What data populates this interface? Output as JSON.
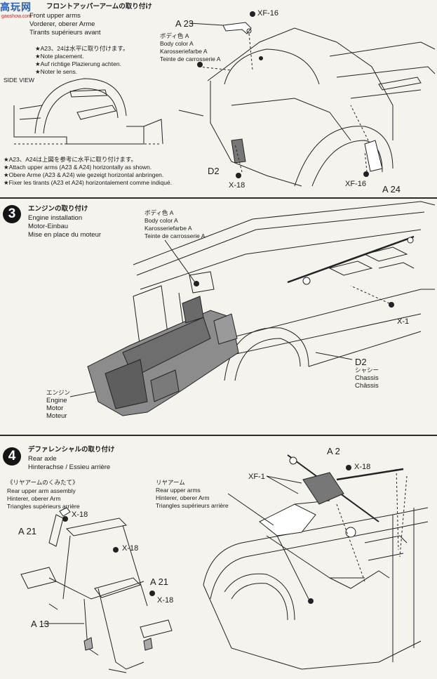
{
  "watermark": {
    "mark": "高玩网",
    "sub": "gaoshow.com"
  },
  "step2": {
    "title_jp": "フロントアッパーアームの取り付け",
    "title_de_en": [
      "Front upper arms",
      "Vorderer, oberer Arme"
    ],
    "title_fr": "Tirants supérieurs avant",
    "side_view": "SIDE VIEW",
    "note_block": [
      "★A23、24は水平に取り付けます。",
      "★Note placement.",
      "★Auf richtige Plazierung achten.",
      "★Noter le sens."
    ],
    "bottom_notes": [
      "★A23、A24は上図を参考に水平に取り付けます。",
      "★Attach upper arms (A23 & A24) horizontally as shown.",
      "★Obere Arme (A23 & A24) wie gezeigt horizontal anbringen.",
      "★Fixer les tirants (A23 et A24) horizontalement comme indiqué."
    ],
    "body_color": [
      "ボディ色 A",
      "Body color A",
      "Karosseriefarbe A",
      "Teinte de carrosserie A"
    ],
    "labels": {
      "a23": "A 23",
      "xf16_top": "XF-16",
      "xf16_bot": "XF-16",
      "a24": "A 24",
      "d2": "D2",
      "x18": "X-18"
    }
  },
  "step3": {
    "number": "3",
    "title_jp": "エンジンの取り付け",
    "title": [
      "Engine installation",
      "Motor-Einbau",
      "Mise en place du moteur"
    ],
    "body_color": [
      "ボディ色 A",
      "Body color A",
      "Karosseriefarbe A",
      "Teinte de carrosserie A"
    ],
    "x1": "X-1",
    "chassis": [
      "D2",
      "シャシー",
      "Chassis",
      "Châssis"
    ],
    "engine": [
      "エンジン",
      "Engine",
      "Motor",
      "Moteur"
    ]
  },
  "step4": {
    "number": "4",
    "title_jp": "デファレンシャルの取り付け",
    "title": "Rear axle",
    "title2": "Hinterachse / Essieu arrière",
    "sub_jp": "《リヤアームのくみたて》",
    "sub": [
      "Rear upper arm assembly",
      "Hinterer, oberer Arm",
      "Triangles supérieurs arrière"
    ],
    "rear_arm": [
      "リヤアーム",
      "Rear upper arms",
      "Hinterer, oberer Arm",
      "Triangles supérieurs arrière"
    ],
    "labels": {
      "a2": "A 2",
      "x18_a": "X-18",
      "xf1": "XF-1",
      "x18_b": "X-18",
      "a21_left": "A 21",
      "x18_c": "X-18",
      "a21_right": "A 21",
      "x18_d": "X-18",
      "a13": "A 13"
    }
  }
}
